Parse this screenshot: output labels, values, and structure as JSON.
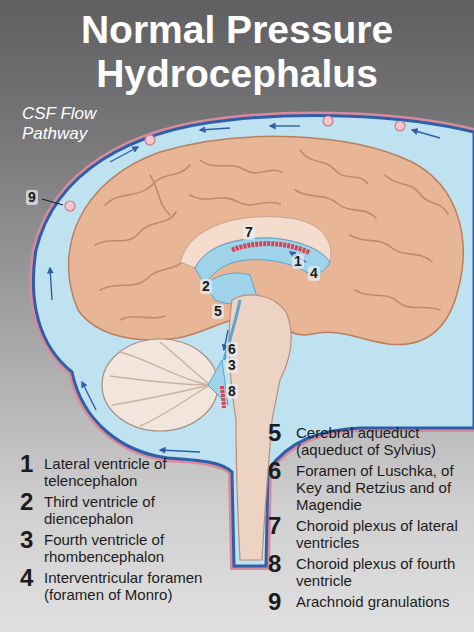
{
  "diagram": {
    "title": "Normal Pressure Hydrocephalus",
    "labels": [
      "CSF Flow Pathway",
      "9",
      "7",
      "1",
      "4",
      "2",
      "5",
      "6",
      "3",
      "8",
      "1",
      "Lateral ventricle of telencephalon",
      "2",
      "Third ventricle of diencephalon",
      "3",
      "Fourth ventricle of rhombencephalon",
      "4",
      "Interventricular foramen (foramen of Monro)",
      "5",
      "Cerebral aqueduct (aqueduct of Sylvius)",
      "6",
      "Foramen of Luschka, of Key and Retzius and of Magendie",
      "7",
      "Choroid plexus of lateral ventricles",
      "8",
      "Choroid plexus of fourth ventricle",
      "9",
      "Arachnoid granulations"
    ]
  }
}
